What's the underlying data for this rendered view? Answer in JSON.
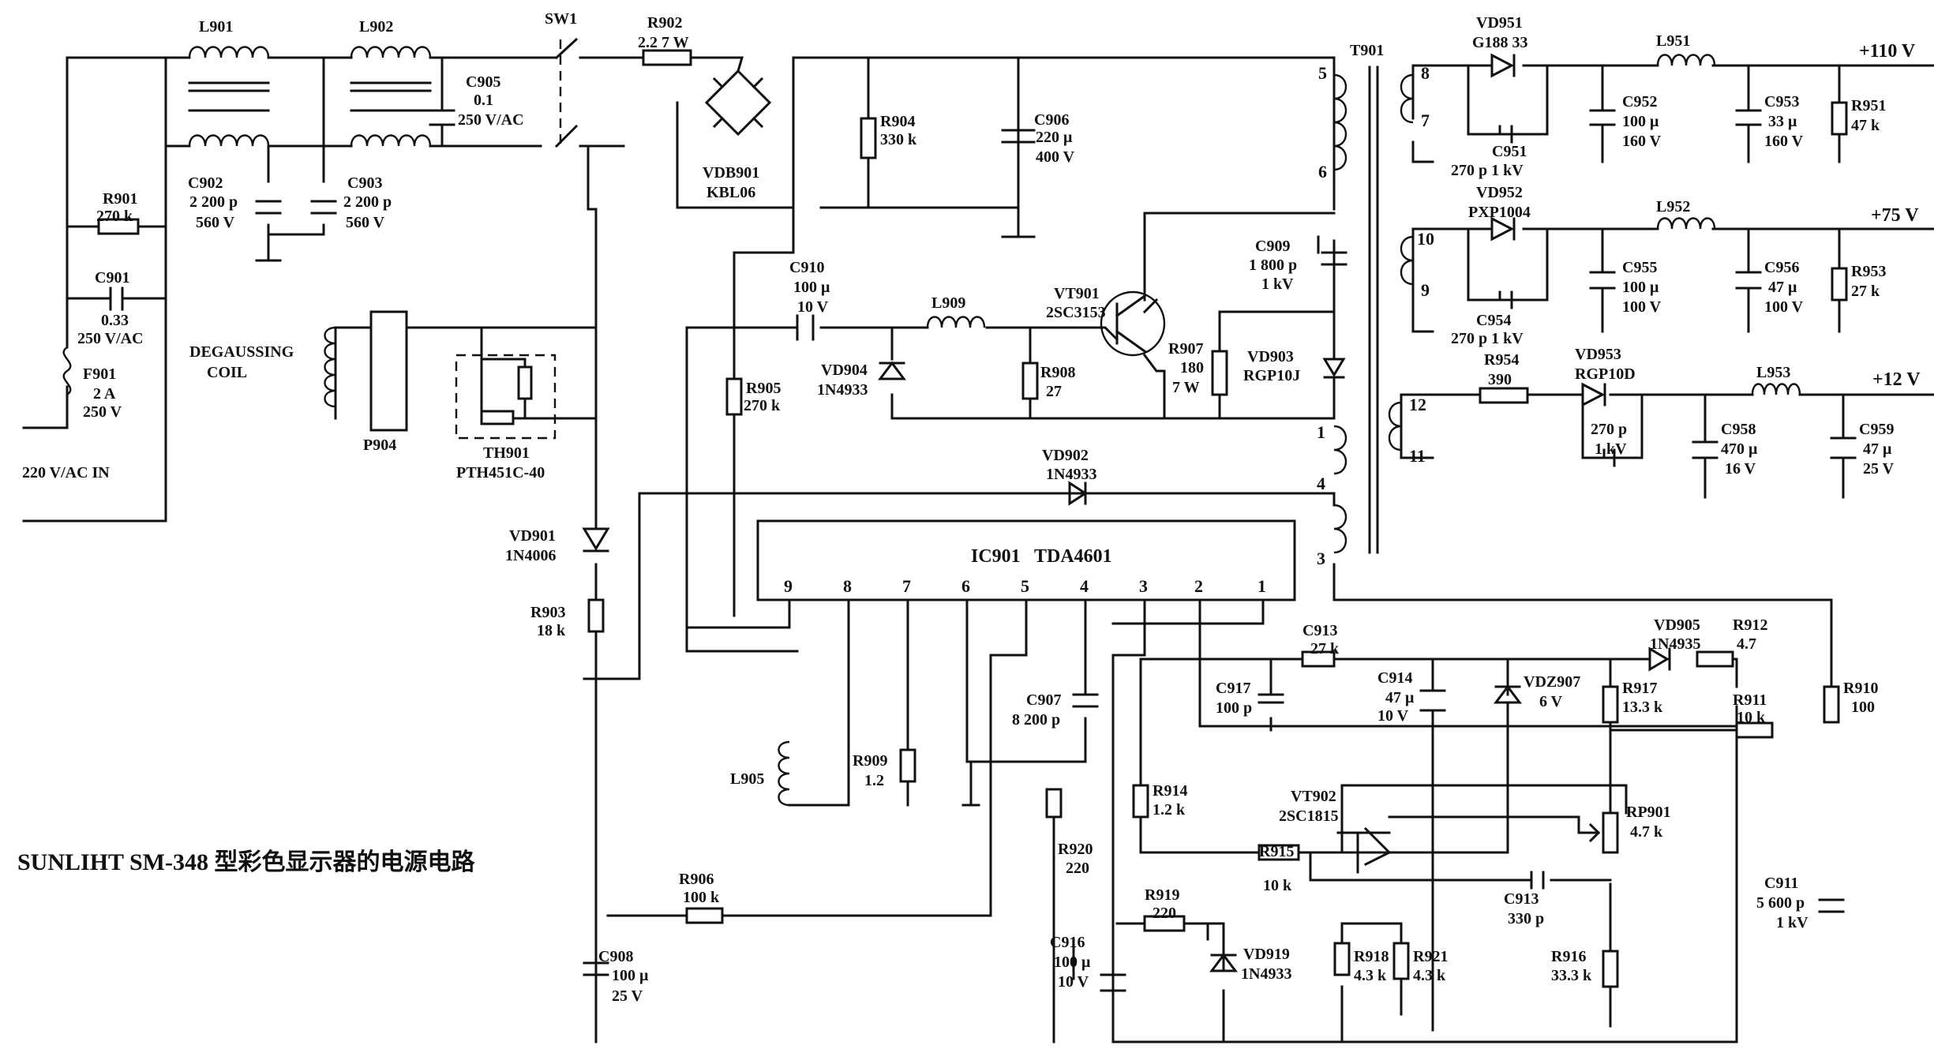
{
  "title": "SUNLIHT SM-348 型彩色显示器的电源电路",
  "ic": {
    "ref": "IC901",
    "part": "TDA4601",
    "pins": [
      "1",
      "2",
      "3",
      "4",
      "5",
      "6",
      "7",
      "8",
      "9"
    ]
  },
  "transformer": {
    "ref": "T901",
    "pins": [
      "5",
      "6",
      "1",
      "4",
      "3",
      "8",
      "7",
      "10",
      "9",
      "12",
      "11"
    ]
  },
  "outputs": [
    "+110 V",
    "+75 V",
    "+12 V"
  ],
  "input": {
    "label": "220 V/AC IN"
  },
  "degauss": {
    "line1": "DEGAUSSING",
    "line2": "COIL"
  },
  "parts": {
    "L901": {
      "ref": "L901"
    },
    "L902": {
      "ref": "L902"
    },
    "SW1": {
      "ref": "SW1"
    },
    "R902": {
      "ref": "R902",
      "val": "2.2 7 W"
    },
    "VDB901": {
      "ref": "VDB901",
      "val": "KBL06"
    },
    "C905": {
      "ref": "C905",
      "val1": "0.1",
      "val2": "250 V/AC"
    },
    "R901": {
      "ref": "R901",
      "val": "270 k"
    },
    "C901": {
      "ref": "C901",
      "val1": "0.33",
      "val2": "250 V/AC"
    },
    "F901": {
      "ref": "F901",
      "val1": "2 A",
      "val2": "250 V"
    },
    "C902": {
      "ref": "C902",
      "val1": "2 200 p",
      "val2": "560 V"
    },
    "C903": {
      "ref": "C903",
      "val1": "2 200 p",
      "val2": "560 V"
    },
    "P904": {
      "ref": "P904"
    },
    "TH901": {
      "ref": "TH901",
      "val": "PTH451C-40"
    },
    "R904": {
      "ref": "R904",
      "val": "330 k"
    },
    "C906": {
      "ref": "C906",
      "val1": "220 μ",
      "val2": "400 V"
    },
    "C910": {
      "ref": "C910",
      "val1": "100 μ",
      "val2": "10 V"
    },
    "L909": {
      "ref": "L909"
    },
    "VT901": {
      "ref": "VT901",
      "val": "2SC3153"
    },
    "VD904": {
      "ref": "VD904",
      "val": "1N4933"
    },
    "R908": {
      "ref": "R908",
      "val": "27"
    },
    "R905": {
      "ref": "R905",
      "val": "270 k"
    },
    "R907": {
      "ref": "R907",
      "val1": "180",
      "val2": "7 W"
    },
    "C909": {
      "ref": "C909",
      "val1": "1 800 p",
      "val2": "1 kV"
    },
    "VD903": {
      "ref": "VD903",
      "val": "RGP10J"
    },
    "VD902": {
      "ref": "VD902",
      "val": "1N4933"
    },
    "VD901": {
      "ref": "VD901",
      "val": "1N4006"
    },
    "R903": {
      "ref": "R903",
      "val": "18 k"
    },
    "C907": {
      "ref": "C907",
      "val": "8 200 p"
    },
    "L905": {
      "ref": "L905"
    },
    "R909": {
      "ref": "R909",
      "val": "1.2"
    },
    "R906": {
      "ref": "R906",
      "val": "100 k"
    },
    "C908": {
      "ref": "C908",
      "val1": "100 μ",
      "val2": "25 V"
    },
    "VD951": {
      "ref": "VD951",
      "val": "G188 33"
    },
    "C951": {
      "ref": "C951",
      "val": "270 p  1 kV"
    },
    "L951": {
      "ref": "L951"
    },
    "C952": {
      "ref": "C952",
      "val1": "100 μ",
      "val2": "160 V"
    },
    "C953": {
      "ref": "C953",
      "val1": "33 μ",
      "val2": "160 V"
    },
    "R951": {
      "ref": "R951",
      "val": "47 k"
    },
    "VD952": {
      "ref": "VD952",
      "val": "PXP1004"
    },
    "C954": {
      "ref": "C954",
      "val": "270 p  1 kV"
    },
    "L952": {
      "ref": "L952"
    },
    "C955": {
      "ref": "C955",
      "val1": "100 μ",
      "val2": "100 V"
    },
    "C956": {
      "ref": "C956",
      "val1": "47 μ",
      "val2": "100 V"
    },
    "R953": {
      "ref": "R953",
      "val": "27 k"
    },
    "R954": {
      "ref": "R954",
      "val": "390"
    },
    "VD953": {
      "ref": "VD953",
      "val": "RGP10D"
    },
    "L953": {
      "ref": "L953"
    },
    "C957": {
      "val1": "270 p",
      "val2": "1 kV"
    },
    "C958": {
      "ref": "C958",
      "val1": "470 μ",
      "val2": "16 V"
    },
    "C959": {
      "ref": "C959",
      "val1": "47 μ",
      "val2": "25 V"
    },
    "C913a": {
      "ref": "C913",
      "val": "27 k"
    },
    "VD905": {
      "ref": "VD905",
      "val": "1N4935"
    },
    "R912": {
      "ref": "R912",
      "val": "4.7"
    },
    "C917": {
      "ref": "C917",
      "val": "100 p"
    },
    "C914": {
      "ref": "C914",
      "val1": "47 μ",
      "val2": "10 V"
    },
    "VDZ907": {
      "ref": "VDZ907",
      "val": "6 V"
    },
    "R917": {
      "ref": "R917",
      "val": "13.3 k"
    },
    "R911": {
      "ref": "R911",
      "val": "10 k"
    },
    "R910": {
      "ref": "R910",
      "val": "100"
    },
    "R914": {
      "ref": "R914",
      "val": "1.2 k"
    },
    "VT902": {
      "ref": "VT902",
      "val": "2SC1815"
    },
    "RP901": {
      "ref": "RP901",
      "val": "4.7 k"
    },
    "R920": {
      "ref": "R920",
      "val": "220"
    },
    "R915": {
      "ref": "R915",
      "val": "10 k"
    },
    "C913b": {
      "ref": "C913",
      "val": "330 p"
    },
    "C911": {
      "ref": "C911",
      "val1": "5 600 p",
      "val2": "1 kV"
    },
    "R919": {
      "ref": "R919",
      "val": "220"
    },
    "C916": {
      "ref": "C916",
      "val1": "100 μ",
      "val2": "10 V"
    },
    "VD919": {
      "ref": "VD919",
      "val": "1N4933"
    },
    "R918": {
      "ref": "R918",
      "val": "4.3 k"
    },
    "R921": {
      "ref": "R921",
      "val": "4.3 k"
    },
    "R916": {
      "ref": "R916",
      "val": "33.3 k"
    }
  }
}
